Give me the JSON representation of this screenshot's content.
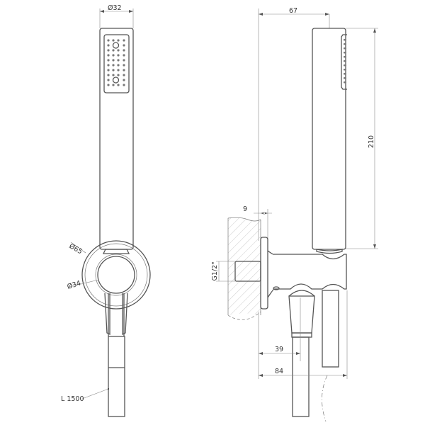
{
  "drawing": {
    "type": "technical-drawing",
    "subject": "hand shower with wall bracket and hose",
    "line_color": "#555555",
    "dimension_color": "#888888",
    "hatch_color": "#aaaaaa",
    "background": "#ffffff"
  },
  "front_view": {
    "dims": {
      "head_diameter": "Ø32",
      "bracket_outer_diameter": "Ø65",
      "bracket_inner_diameter": "Ø34",
      "hose_length": "L 1500"
    }
  },
  "side_view": {
    "dims": {
      "projection_top": "67",
      "height": "210",
      "wall_gap": "9",
      "thread": "G1/2\"",
      "outlet_offset": "39",
      "total_projection": "84"
    }
  }
}
